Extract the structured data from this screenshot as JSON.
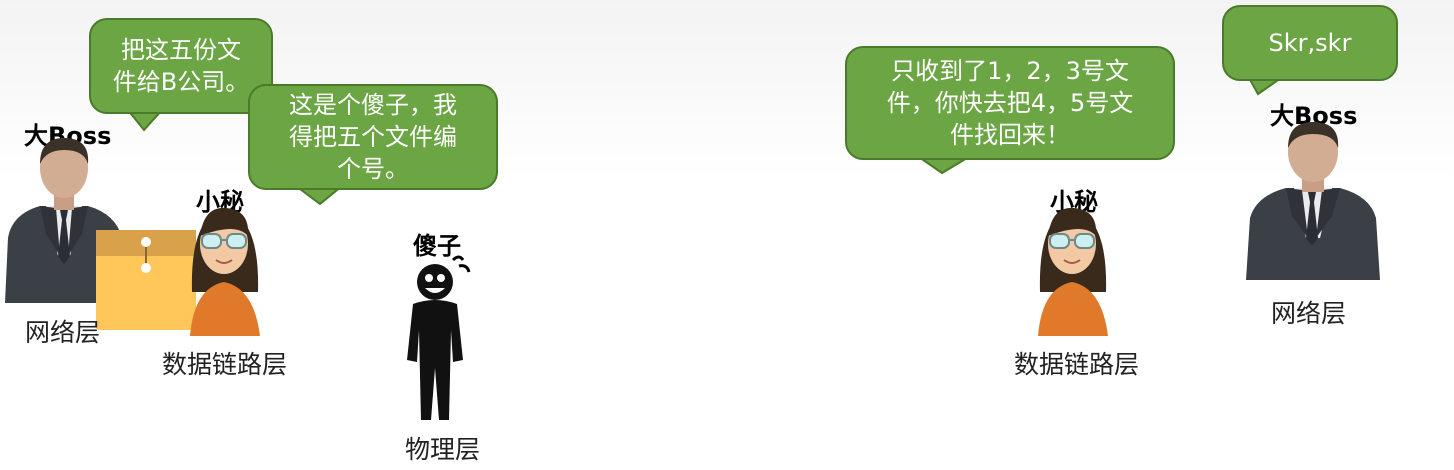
{
  "left": {
    "boss_bubble": "把这五份文\n件给B公司。",
    "boss_name": "大Boss",
    "boss_layer": "网络层",
    "secretary_bubble": "这是个傻子，我\n得把五个文件编\n个号。",
    "secretary_name": "小秘",
    "secretary_layer": "数据链路层",
    "fool_name": "傻子",
    "fool_layer": "物理层"
  },
  "right": {
    "secretary_bubble": "只收到了1，2，3号文\n件，你快去把4，5号文\n件找回来！",
    "secretary_name": "小秘",
    "secretary_layer": "数据链路层",
    "boss_bubble": "Skr,skr",
    "boss_name": "大Boss",
    "boss_layer": "网络层"
  },
  "colors": {
    "bubble_fill": "#6ba544",
    "bubble_border": "#4a7a2a",
    "envelope": "#ffc65a",
    "secretary_shirt": "#e07a2a"
  }
}
